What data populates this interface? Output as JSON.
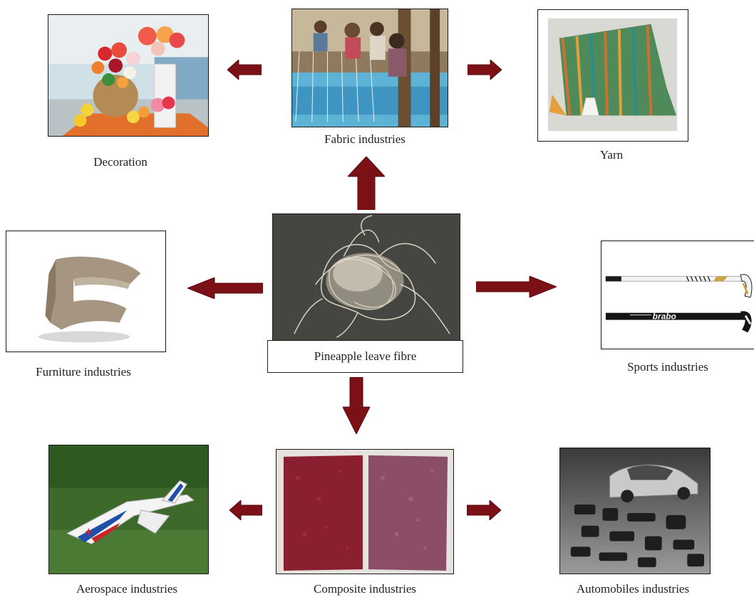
{
  "center": {
    "label": "Pineapple leave fibre"
  },
  "nodes": {
    "decoration": "Decoration",
    "fabric": "Fabric industries",
    "yarn": "Yarn",
    "furniture": "Furniture industries",
    "sports": "Sports industries",
    "aerospace": "Aerospace industries",
    "composite": "Composite industries",
    "automobiles": "Automobiles industries"
  },
  "edges": [
    {
      "from": "Pineapple leave fibre",
      "to": "Fabric industries"
    },
    {
      "from": "Pineapple leave fibre",
      "to": "Furniture industries"
    },
    {
      "from": "Pineapple leave fibre",
      "to": "Sports industries"
    },
    {
      "from": "Pineapple leave fibre",
      "to": "Composite industries"
    },
    {
      "from": "Fabric industries",
      "to": "Decoration"
    },
    {
      "from": "Fabric industries",
      "to": "Yarn"
    },
    {
      "from": "Composite industries",
      "to": "Aerospace industries"
    },
    {
      "from": "Composite industries",
      "to": "Automobiles industries"
    }
  ],
  "colors": {
    "arrow": "#7b1116",
    "arrow_stroke": "#5a0a0e",
    "border": "#1a1a1a"
  }
}
